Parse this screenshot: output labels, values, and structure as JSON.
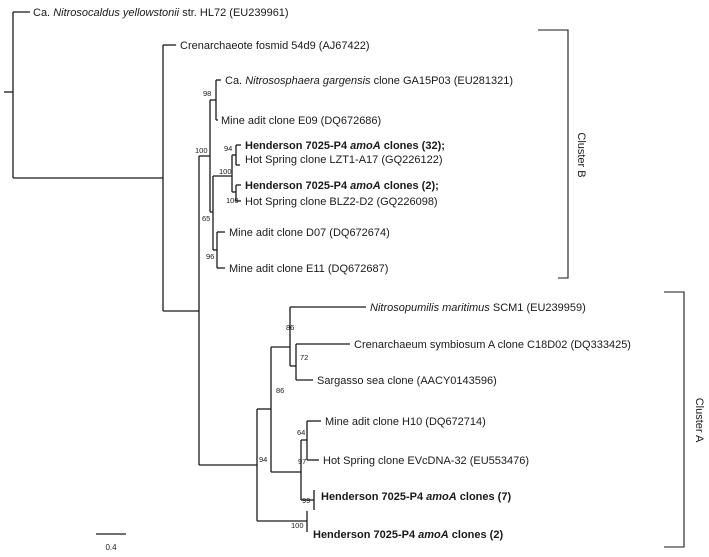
{
  "taxa": {
    "t1": {
      "prefix": "Ca. ",
      "italic": "Nitrosocaldus yellowstonii",
      "rest": " str. HL72 (EU239961)"
    },
    "t2": {
      "prefix": "Crenarchaeote fosmid 54d9 (AJ67422)"
    },
    "t3": {
      "prefix": "Ca. ",
      "italic": "Nitrososphaera gargensis",
      "rest": " clone GA15P03 (EU281321)"
    },
    "t4": {
      "prefix": "Mine adit clone E09 (DQ672686)"
    },
    "t5": {
      "prefix": "Henderson 7025-P4 ",
      "italic": "amoA",
      "rest": " clones (32);"
    },
    "t6": {
      "prefix": "Hot Spring clone LZT1-A17 (GQ226122)"
    },
    "t7": {
      "prefix": "Henderson 7025-P4 ",
      "italic": "amoA",
      "rest": " clones (2);"
    },
    "t8": {
      "prefix": "Hot Spring clone BLZ2-D2 (GQ226098)"
    },
    "t9": {
      "prefix": "Mine adit clone D07 (DQ672674)"
    },
    "t10": {
      "prefix": "Mine adit clone E11 (DQ672687)"
    },
    "t11": {
      "italic": "Nitrosopumilis maritimus",
      "rest": " SCM1 (EU239959)"
    },
    "t12": {
      "prefix": "Crenarchaeum symbiosum A clone C18D02 (DQ333425)"
    },
    "t13": {
      "prefix": "Sargasso sea clone (AACY0143596)"
    },
    "t14": {
      "prefix": "Mine adit clone H10 (DQ672714)"
    },
    "t15": {
      "prefix": "Hot Spring clone EVcDNA-32 (EU553476)"
    },
    "t16": {
      "prefix": "Henderson 7025-P4 ",
      "italic": "amoA",
      "rest": " clones (7)"
    },
    "t17": {
      "prefix": "Henderson 7025-P4 ",
      "italic": "amoA",
      "rest": " clones (2)"
    }
  },
  "bootstrap": {
    "b1": "98",
    "b2": "100",
    "b3": "94",
    "b4": "100",
    "b5": "100",
    "b6": "65",
    "b7": "96",
    "b8": "86",
    "b9": "72",
    "b10": "86",
    "b11": "64",
    "b12": "97",
    "b13": "99",
    "b14": "94",
    "b15": "100"
  },
  "clusters": {
    "b": "Cluster B",
    "a": "Cluster A"
  },
  "scale_bar": {
    "label": "0.4"
  }
}
